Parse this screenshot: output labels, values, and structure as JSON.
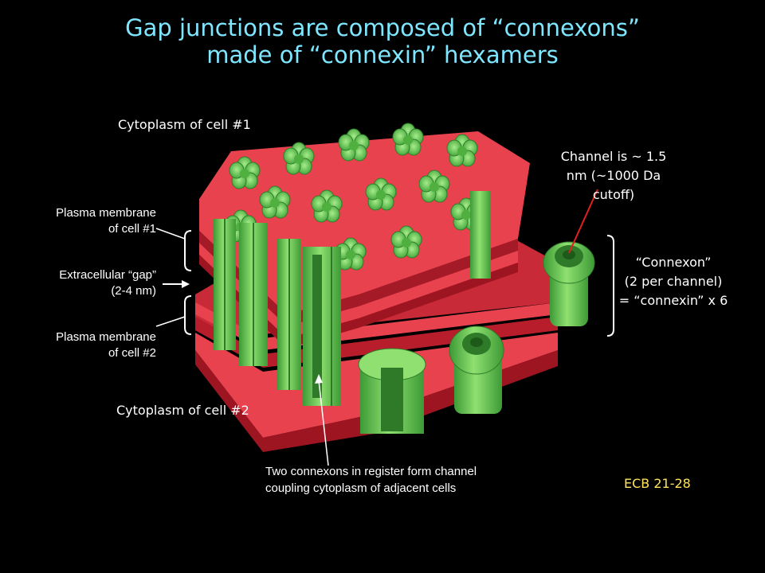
{
  "title": {
    "line1": "Gap junctions are composed of “connexons”",
    "line2": "made of “connexin” hexamers"
  },
  "labels": {
    "cytoplasm1": "Cytoplasm of cell #1",
    "cytoplasm2": "Cytoplasm of cell #2",
    "membrane1_line1": "Plasma membrane",
    "membrane1_line2": "of cell #1",
    "gap_line1": "Extracellular “gap”",
    "gap_line2": "(2-4 nm)",
    "membrane2_line1": "Plasma membrane",
    "membrane2_line2": "of cell #2",
    "channel_line1": "Channel is ~ 1.5",
    "channel_line2": "nm (~1000 Da",
    "channel_line3": "cutoff)",
    "connexon_line1": "“Connexon”",
    "connexon_line2": "(2 per channel)",
    "connexon_line3": "= “connexin” x 6",
    "bottom_line1": "Two connexons in register form channel",
    "bottom_line2": "coupling cytoplasm of adjacent cells",
    "reference": "ECB 21-28"
  },
  "colors": {
    "background": "#000000",
    "title": "#7fe6ff",
    "membrane": "#e8424e",
    "membrane_dark": "#b81d2b",
    "connexon": "#6fcf55",
    "connexon_dark": "#3d9a36",
    "reference": "#ffe45c",
    "pointer": "#e02020"
  }
}
